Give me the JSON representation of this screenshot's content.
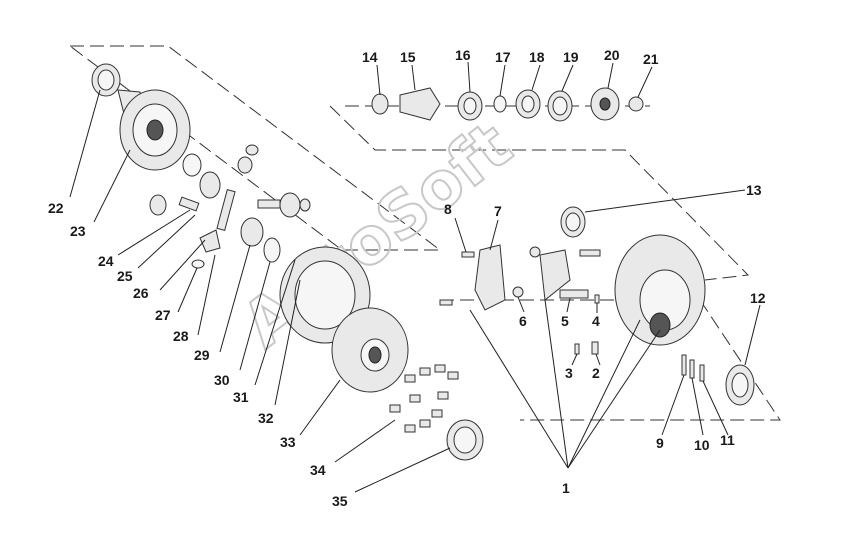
{
  "watermark": "AutoSoft",
  "corner_mark": "",
  "labels": {
    "p1": "1",
    "p2": "2",
    "p3": "3",
    "p4": "4",
    "p5": "5",
    "p6": "6",
    "p7": "7",
    "p8": "8",
    "p9": "9",
    "p10": "10",
    "p11": "11",
    "p12": "12",
    "p13": "13",
    "p14": "14",
    "p15": "15",
    "p16": "16",
    "p17": "17",
    "p18": "18",
    "p19": "19",
    "p20": "20",
    "p21": "21",
    "p22": "22",
    "p23": "23",
    "p24": "24",
    "p25": "25",
    "p26": "26",
    "p27": "27",
    "p28": "28",
    "p29": "29",
    "p30": "30",
    "p31": "31",
    "p32": "32",
    "p33": "33",
    "p34": "34",
    "p35": "35"
  }
}
